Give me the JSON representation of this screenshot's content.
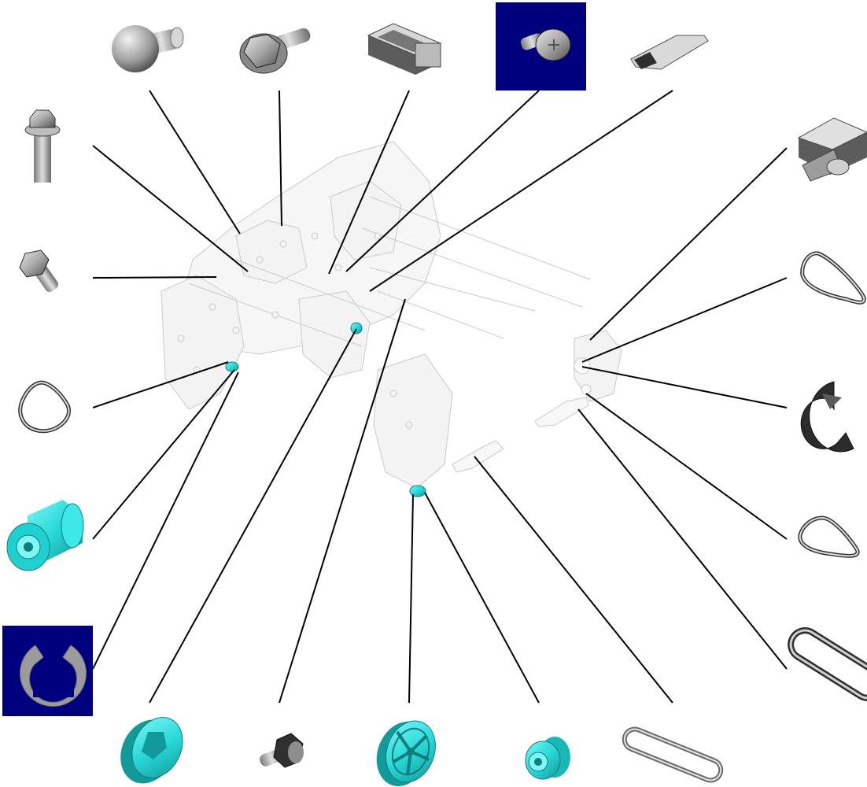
{
  "diagram": {
    "type": "exploded-parts-callout",
    "highlight_color": "#00007f",
    "accent_color": "#33e0e0",
    "line_color": "#000000",
    "parts": [
      {
        "id": "p-round-head-pin",
        "icon": "round-head-pin-icon"
      },
      {
        "id": "p-flange-bolt",
        "icon": "flange-bolt-icon"
      },
      {
        "id": "p-bracket",
        "icon": "bracket-icon"
      },
      {
        "id": "p-phillips-screw",
        "icon": "phillips-screw-icon",
        "highlighted": true
      },
      {
        "id": "p-small-clip",
        "icon": "small-clip-icon"
      },
      {
        "id": "p-hex-bolt",
        "icon": "hex-bolt-icon"
      },
      {
        "id": "p-short-screw",
        "icon": "short-screw-icon"
      },
      {
        "id": "p-clamp",
        "icon": "clamp-icon"
      },
      {
        "id": "p-ring-tr",
        "icon": "ring-icon"
      },
      {
        "id": "p-ring-left",
        "icon": "ring-icon"
      },
      {
        "id": "p-e-clip-right",
        "icon": "e-clip-icon"
      },
      {
        "id": "p-bushing",
        "icon": "bushing-icon",
        "accent": true
      },
      {
        "id": "p-ring-right",
        "icon": "ring-icon"
      },
      {
        "id": "p-e-clip-left",
        "icon": "e-clip-icon",
        "highlighted": true
      },
      {
        "id": "p-oval-link-right",
        "icon": "oval-link-icon"
      },
      {
        "id": "p-roller-1",
        "icon": "roller-icon",
        "accent": true
      },
      {
        "id": "p-shoulder-screw",
        "icon": "shoulder-screw-icon"
      },
      {
        "id": "p-roller-2",
        "icon": "spoked-roller-icon",
        "accent": true
      },
      {
        "id": "p-small-pulley",
        "icon": "small-pulley-icon",
        "accent": true
      },
      {
        "id": "p-oval-link-bottom",
        "icon": "oval-link-icon"
      }
    ]
  }
}
